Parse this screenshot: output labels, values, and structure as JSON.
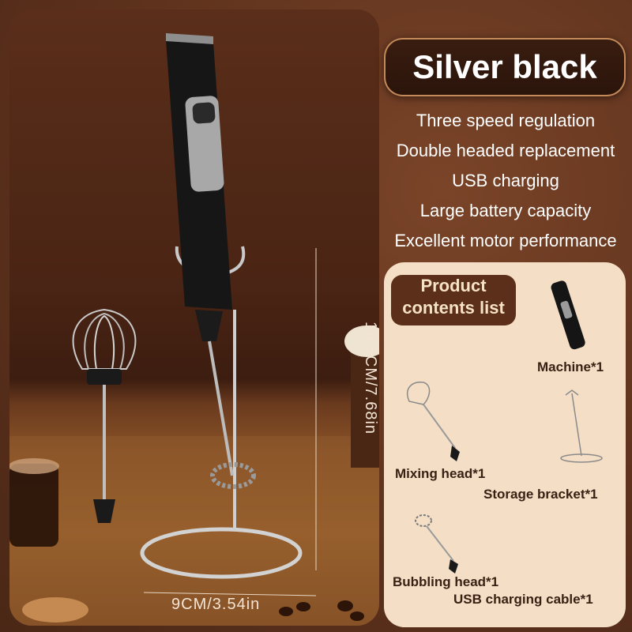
{
  "title": "Silver black",
  "features": [
    "Three speed regulation",
    "Double headed replacement",
    "USB charging",
    "Large battery capacity",
    "Excellent motor performance"
  ],
  "contents": {
    "title_line1": "Product",
    "title_line2": "contents list",
    "items": {
      "machine": "Machine*1",
      "mixing_head": "Mixing head*1",
      "storage_bracket": "Storage bracket*1",
      "bubbling_head": "Bubbling head*1",
      "usb_cable": "USB charging cable*1"
    }
  },
  "dimensions": {
    "height": "19.5CM/7.68in",
    "width": "9CM/3.54in"
  },
  "colors": {
    "background": "#6b3a22",
    "contents_panel": "#f4dfc6",
    "title_pill": "#2a140a"
  }
}
